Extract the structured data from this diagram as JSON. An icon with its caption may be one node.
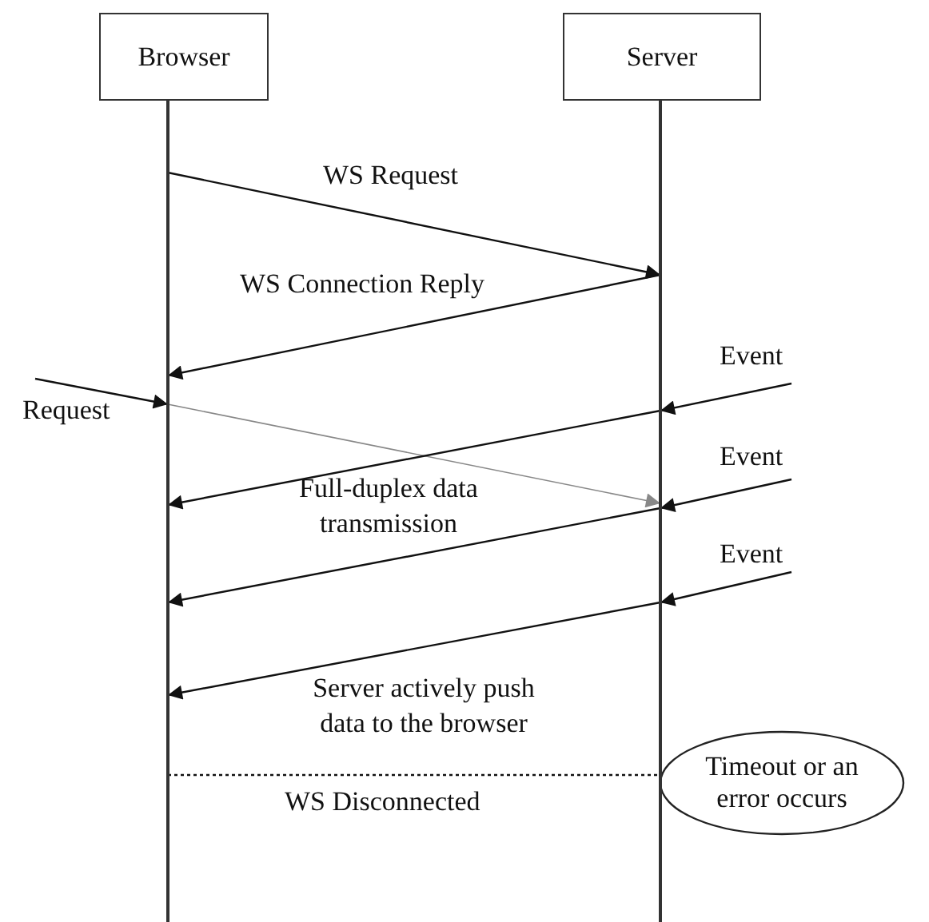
{
  "diagram": {
    "nodes": [
      {
        "text": [
          "Browser"
        ]
      },
      {
        "text": [
          "Server"
        ]
      },
      {
        "text": [],
        "shape": "bar"
      },
      {
        "text": [],
        "shape": "bar"
      },
      {
        "text": [
          "Timeout or an error occurs"
        ]
      }
    ],
    "edges": [
      {
        "from": 2,
        "to": 3,
        "arrow": "to",
        "label": "WS Request"
      },
      {
        "from": 3,
        "to": 2,
        "arrow": "to",
        "label": "WS Connection Reply"
      },
      {
        "from": null,
        "to": 2,
        "arrow": "to",
        "label": "Request"
      },
      {
        "from": 2,
        "to": 3,
        "arrow": "to",
        "color": "#888888"
      },
      {
        "from": null,
        "to": 3,
        "arrow": "to",
        "label": "Event"
      },
      {
        "from": 3,
        "to": 2,
        "arrow": "to"
      },
      {
        "from": null,
        "to": 3,
        "arrow": "to",
        "label": "Event"
      },
      {
        "from": 3,
        "to": 2,
        "arrow": "to"
      },
      {
        "from": null,
        "to": 3,
        "arrow": "to",
        "label": "Event"
      },
      {
        "from": 3,
        "to": 2,
        "arrow": "to"
      },
      {
        "from": 2,
        "to": 3,
        "arrow": "none",
        "style": "dashed",
        "label": "WS Disconnected"
      }
    ],
    "labels": [
      "Full-duplex data transmission",
      "Server actively push data to the browser"
    ]
  }
}
